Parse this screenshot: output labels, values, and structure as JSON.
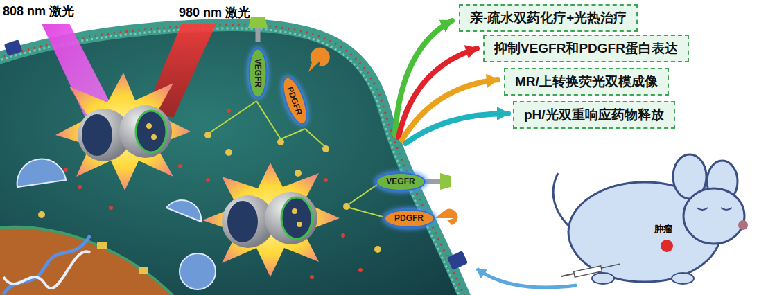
{
  "diagram": {
    "nodes": [
      {
        "text": [
          "VEGFR"
        ]
      },
      {
        "text": [
          "PDGFR"
        ]
      },
      {
        "text": [
          "亲-疏水双药化疗+光热治疗"
        ]
      },
      {
        "text": [
          "抑制VEGFR和PDGFR蛋白表达"
        ]
      },
      {
        "text": [
          "MR/上转换荧光双模成像"
        ]
      },
      {
        "text": [
          "pH/光双重响应药物释放"
        ]
      },
      {
        "text": [
          "VEGFR"
        ]
      },
      {
        "text": [
          "PDGFR"
        ]
      }
    ],
    "labels": [
      "808 nm 激光",
      "980 nm 激光",
      "肿瘤"
    ]
  }
}
